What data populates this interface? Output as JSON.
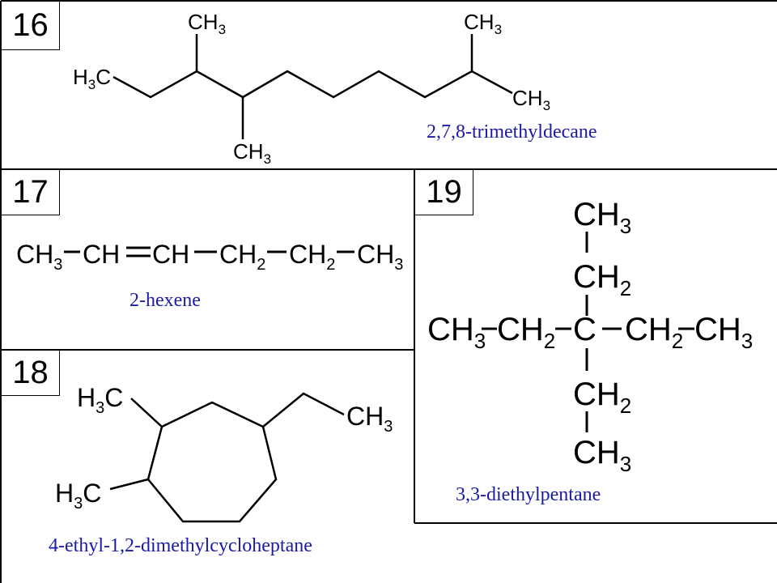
{
  "problems": [
    {
      "number": "16",
      "name": "2,7,8-trimethyldecane"
    },
    {
      "number": "17",
      "name": "2-hexene"
    },
    {
      "number": "18",
      "name": "4-ethyl-1,2-dimethylcycloheptane"
    },
    {
      "number": "19",
      "name": "3,3-diethylpentane"
    }
  ],
  "colors": {
    "line": "#000000",
    "name_text": "#1a1aa6",
    "background": "#ffffff"
  }
}
